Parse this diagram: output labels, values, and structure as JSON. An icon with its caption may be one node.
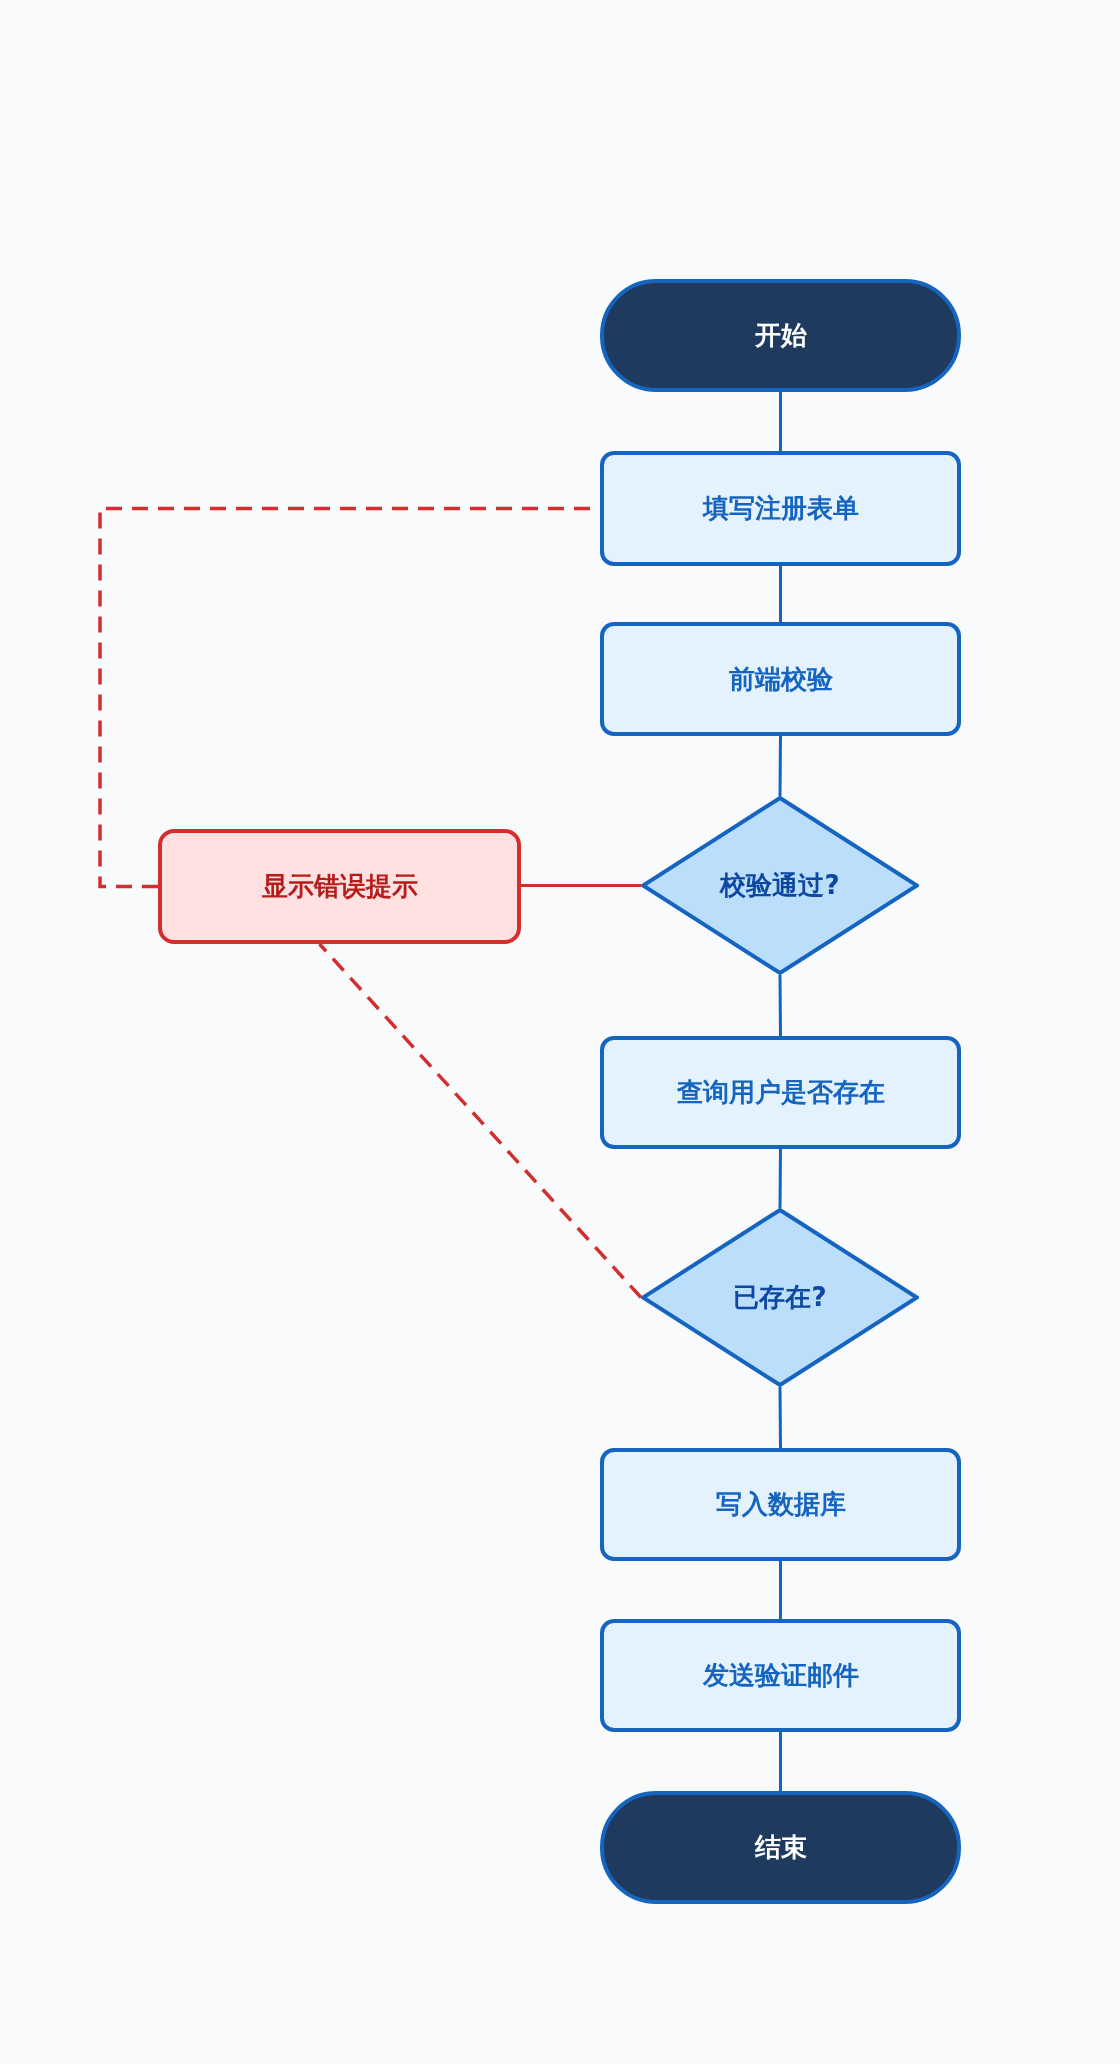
{
  "diagram": {
    "nodes": [
      {
        "text": [
          "开始"
        ]
      },
      {
        "text": [
          "填写注册表单"
        ]
      },
      {
        "text": [
          "前端校验"
        ]
      },
      {
        "text": [
          "校验通过?"
        ]
      },
      {
        "text": [
          "显示错误提示"
        ]
      },
      {
        "text": [
          "查询用户是否存在"
        ]
      },
      {
        "text": [
          "已存在?"
        ]
      },
      {
        "text": [
          "写入数据库"
        ]
      },
      {
        "text": [
          "发送验证邮件"
        ]
      },
      {
        "text": [
          "结束"
        ]
      }
    ],
    "edges": [
      {
        "from": 0,
        "to": 1,
        "arrow": "none"
      },
      {
        "from": 1,
        "to": 2,
        "arrow": "none"
      },
      {
        "from": 2,
        "to": 3,
        "arrow": "none"
      },
      {
        "from": 3,
        "to": 4,
        "arrow": "none",
        "color": "#d32f2f"
      },
      {
        "from": 3,
        "to": 5,
        "arrow": "none"
      },
      {
        "from": 5,
        "to": 6,
        "arrow": "none"
      },
      {
        "from": 6,
        "to": 4,
        "arrow": "none",
        "style": "dashed",
        "color": "#d32f2f"
      },
      {
        "from": 6,
        "to": 7,
        "arrow": "none"
      },
      {
        "from": 7,
        "to": 8,
        "arrow": "none"
      },
      {
        "from": 8,
        "to": 9,
        "arrow": "none"
      },
      {
        "from": 4,
        "to": 1,
        "arrow": "none",
        "style": "dashed",
        "color": "#d32f2f"
      }
    ]
  }
}
